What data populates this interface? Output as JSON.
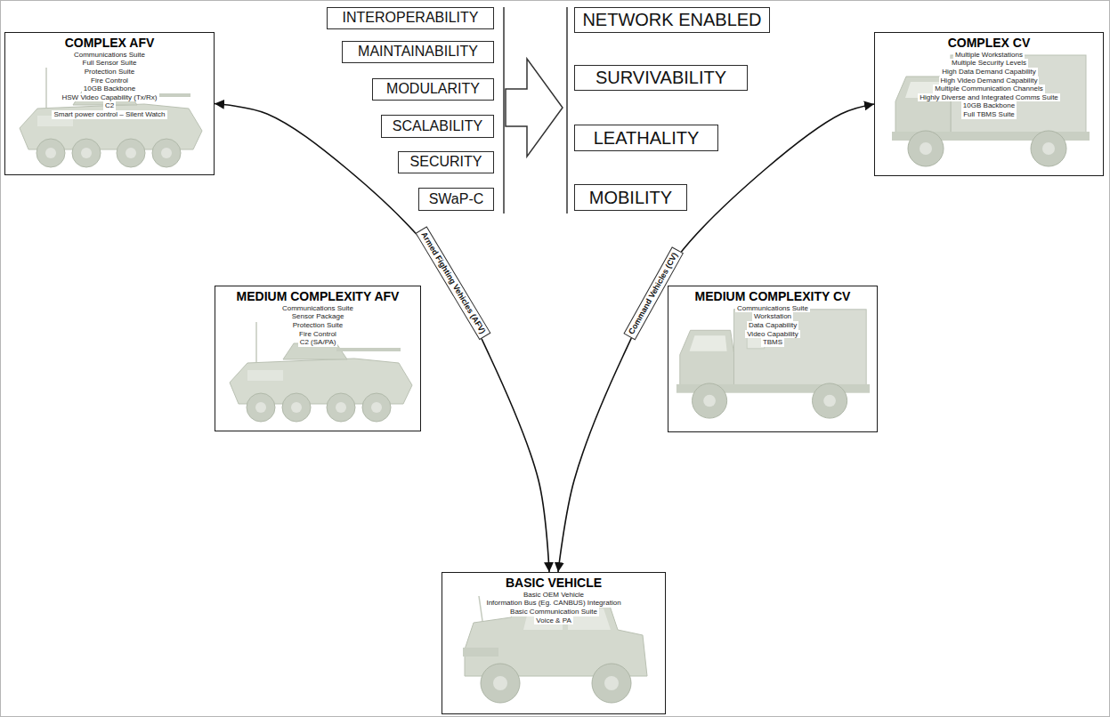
{
  "diagram": {
    "nodes": [
      {
        "text": [
          "COMPLEX AFV",
          "Communications Suite",
          "Full Sensor Suite",
          "Protection Suite",
          "Fire Control",
          "10GB Backbone",
          "HSW Video Capability (Tx/Rx)",
          "C2",
          "Smart power control – Silent Watch"
        ]
      },
      {
        "text": [
          "INTEROPERABILITY"
        ]
      },
      {
        "text": [
          "MAINTAINABILITY"
        ]
      },
      {
        "text": [
          "MODULARITY"
        ]
      },
      {
        "text": [
          "SCALABILITY"
        ]
      },
      {
        "text": [
          "SECURITY"
        ]
      },
      {
        "text": [
          "SWaP-C"
        ]
      },
      {
        "text": [
          "NETWORK ENABLED"
        ]
      },
      {
        "text": [
          "SURVIVABILITY"
        ]
      },
      {
        "text": [
          "LEATHALITY"
        ]
      },
      {
        "text": [
          "MOBILITY"
        ]
      },
      {
        "text": [
          "COMPLEX CV",
          "Multiple Workstations",
          "Multiple Security Levels",
          "High Data Demand Capability",
          "High Video Demand Capability",
          "Multiple Communication Channels",
          "Highly Diverse and Integrated Comms Suite",
          "10GB Backbone",
          "Full TBMS Suite"
        ]
      },
      {
        "text": [
          "MEDIUM COMPLEXITY AFV",
          "Communications Suite",
          "Sensor Package",
          "Protection Suite",
          "Fire Control",
          "C2 (SA/PA)"
        ]
      },
      {
        "text": [
          "MEDIUM COMPLEXITY CV",
          "Communications Suite",
          "Workstation",
          "Data Capability",
          "Video Capability",
          "TBMS"
        ]
      },
      {
        "text": [
          "BASIC VEHICLE",
          "Basic OEM Vehicle",
          "Information Bus (Eg. CANBUS) Integration",
          "Basic Communication Suite",
          "Voice & PA"
        ]
      }
    ],
    "edges": [
      {
        "from": 14,
        "to": 0,
        "arrow": "both",
        "label": "Armed Fighting Vehicles (AFV)"
      },
      {
        "from": 14,
        "to": 11,
        "arrow": "both",
        "label": "Command Vehicles (CV)"
      }
    ]
  }
}
